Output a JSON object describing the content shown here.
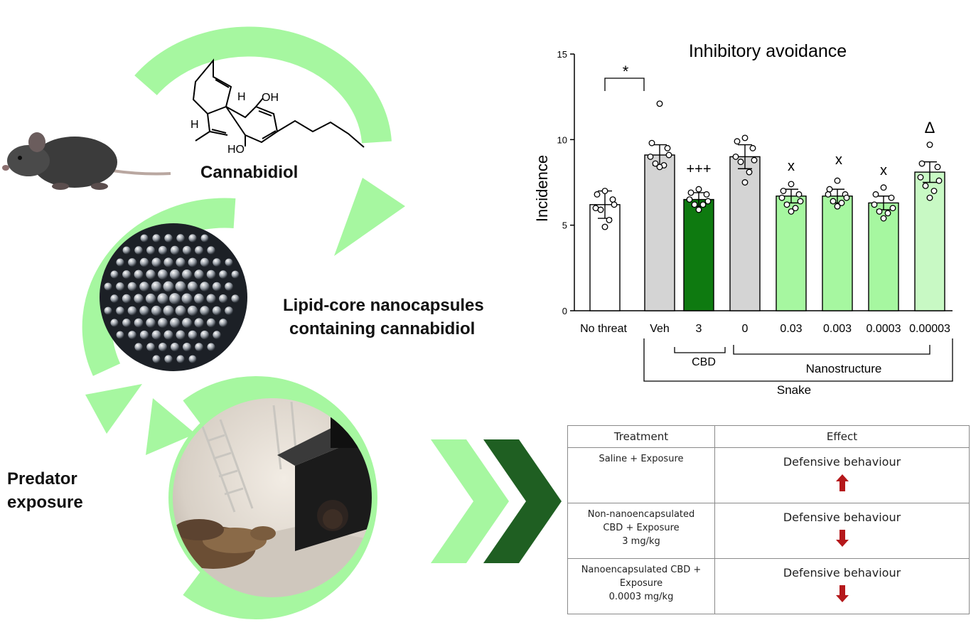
{
  "compound_label": "Cannabidiol",
  "nanocapsule_label": [
    "Lipid-core nanocapsules",
    "containing cannabidiol"
  ],
  "predator_label": [
    "Predator",
    "exposure"
  ],
  "molecule_atoms": {
    "oh_top": "OH",
    "oh_bottom": "HO",
    "h_right": "H",
    "h_left": "H"
  },
  "colors": {
    "light_green": "#a6f7a0",
    "dark_green": "#1f5f22",
    "bar_green": "#0e7a10",
    "bar_gray": "#d4d4d4",
    "arrow_red": "#b5181b"
  },
  "chart_data": {
    "type": "bar",
    "title": "Inhibitory avoidance",
    "ylabel": "Incidence",
    "ylim": [
      0,
      15
    ],
    "yticks": [
      "0",
      "5",
      "10",
      "15"
    ],
    "categories": [
      "No threat",
      "Veh",
      "3",
      "0",
      "0.03",
      "0.003",
      "0.0003",
      "0.00003"
    ],
    "values": [
      6.2,
      9.1,
      6.5,
      9.0,
      6.7,
      6.7,
      6.3,
      8.1
    ],
    "errors": [
      0.8,
      0.6,
      0.4,
      0.7,
      0.4,
      0.4,
      0.4,
      0.6
    ],
    "bar_colors": [
      "#ffffff",
      "#d4d4d4",
      "#0e7a10",
      "#d4d4d4",
      "#a6f7a0",
      "#a6f7a0",
      "#a6f7a0",
      "#c8f9c4"
    ],
    "points": [
      [
        7.0,
        6.8,
        6.5,
        6.0,
        6.2,
        5.9,
        5.3,
        4.9
      ],
      [
        12.1,
        9.8,
        9.5,
        9.0,
        9.1,
        8.6,
        8.5,
        8.4
      ],
      [
        7.1,
        6.9,
        6.8,
        6.5,
        6.4,
        6.2,
        6.2,
        5.9
      ],
      [
        10.1,
        9.9,
        9.5,
        9.0,
        8.8,
        8.7,
        8.1,
        7.5
      ],
      [
        7.4,
        7.0,
        6.8,
        6.6,
        6.4,
        6.2,
        6.0,
        5.8
      ],
      [
        7.6,
        7.1,
        6.8,
        6.8,
        6.6,
        6.4,
        6.3,
        6.1
      ],
      [
        7.2,
        6.8,
        6.6,
        6.2,
        6.0,
        5.8,
        5.7,
        5.4
      ],
      [
        9.7,
        8.6,
        8.4,
        7.8,
        7.6,
        7.3,
        7.0,
        6.6
      ]
    ],
    "annotations": [
      "*",
      "+++",
      "x",
      "x",
      "x",
      "Δ"
    ],
    "group_labels": {
      "cbd": "CBD",
      "nanostructure": "Nanostructure",
      "snake": "Snake"
    }
  },
  "table": {
    "headers": [
      "Treatment",
      "Effect"
    ],
    "rows": [
      {
        "treatment": [
          "Saline + Exposure"
        ],
        "effect": "Defensive behaviour",
        "direction": "up"
      },
      {
        "treatment": [
          "Non-nanoencapsulated",
          "CBD + Exposure",
          "3 mg/kg"
        ],
        "effect": "Defensive behaviour",
        "direction": "down"
      },
      {
        "treatment": [
          "Nanoencapsulated CBD +",
          "Exposure",
          "0.0003 mg/kg"
        ],
        "effect": "Defensive behaviour",
        "direction": "down"
      }
    ]
  }
}
